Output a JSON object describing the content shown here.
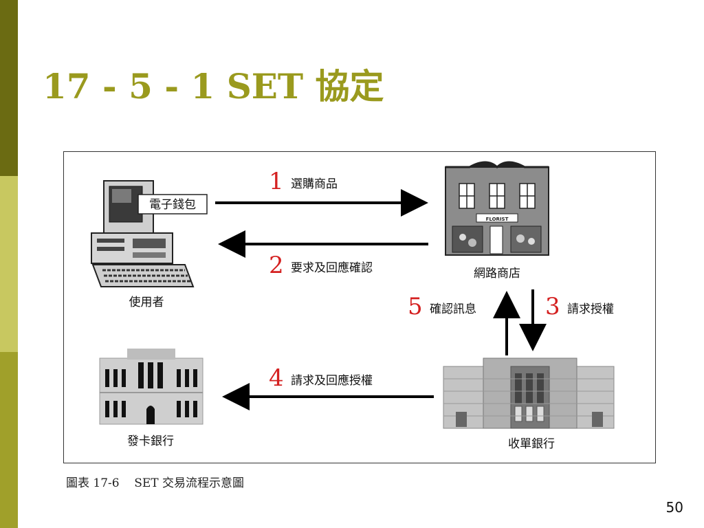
{
  "slide": {
    "title": "17 - 5 - 1  SET 協定",
    "caption": "圖表 17-6    SET 交易流程示意圖",
    "page_number": "50"
  },
  "diagram": {
    "nodes": {
      "user": {
        "label": "使用者",
        "wallet_label": "電子錢包"
      },
      "shop": {
        "label": "網路商店",
        "sign_text": "FLORIST"
      },
      "issuer_bank": {
        "label": "發卡銀行"
      },
      "acquirer_bank": {
        "label": "收單銀行"
      }
    },
    "steps": [
      {
        "num": "1",
        "label": "選購商品"
      },
      {
        "num": "2",
        "label": "要求及回應確認"
      },
      {
        "num": "3",
        "label": "請求授權"
      },
      {
        "num": "4",
        "label": "請求及回應授權"
      },
      {
        "num": "5",
        "label": "確認訊息"
      }
    ]
  },
  "colors": {
    "accent": "#9a9a1e",
    "step_number": "#d42020"
  }
}
